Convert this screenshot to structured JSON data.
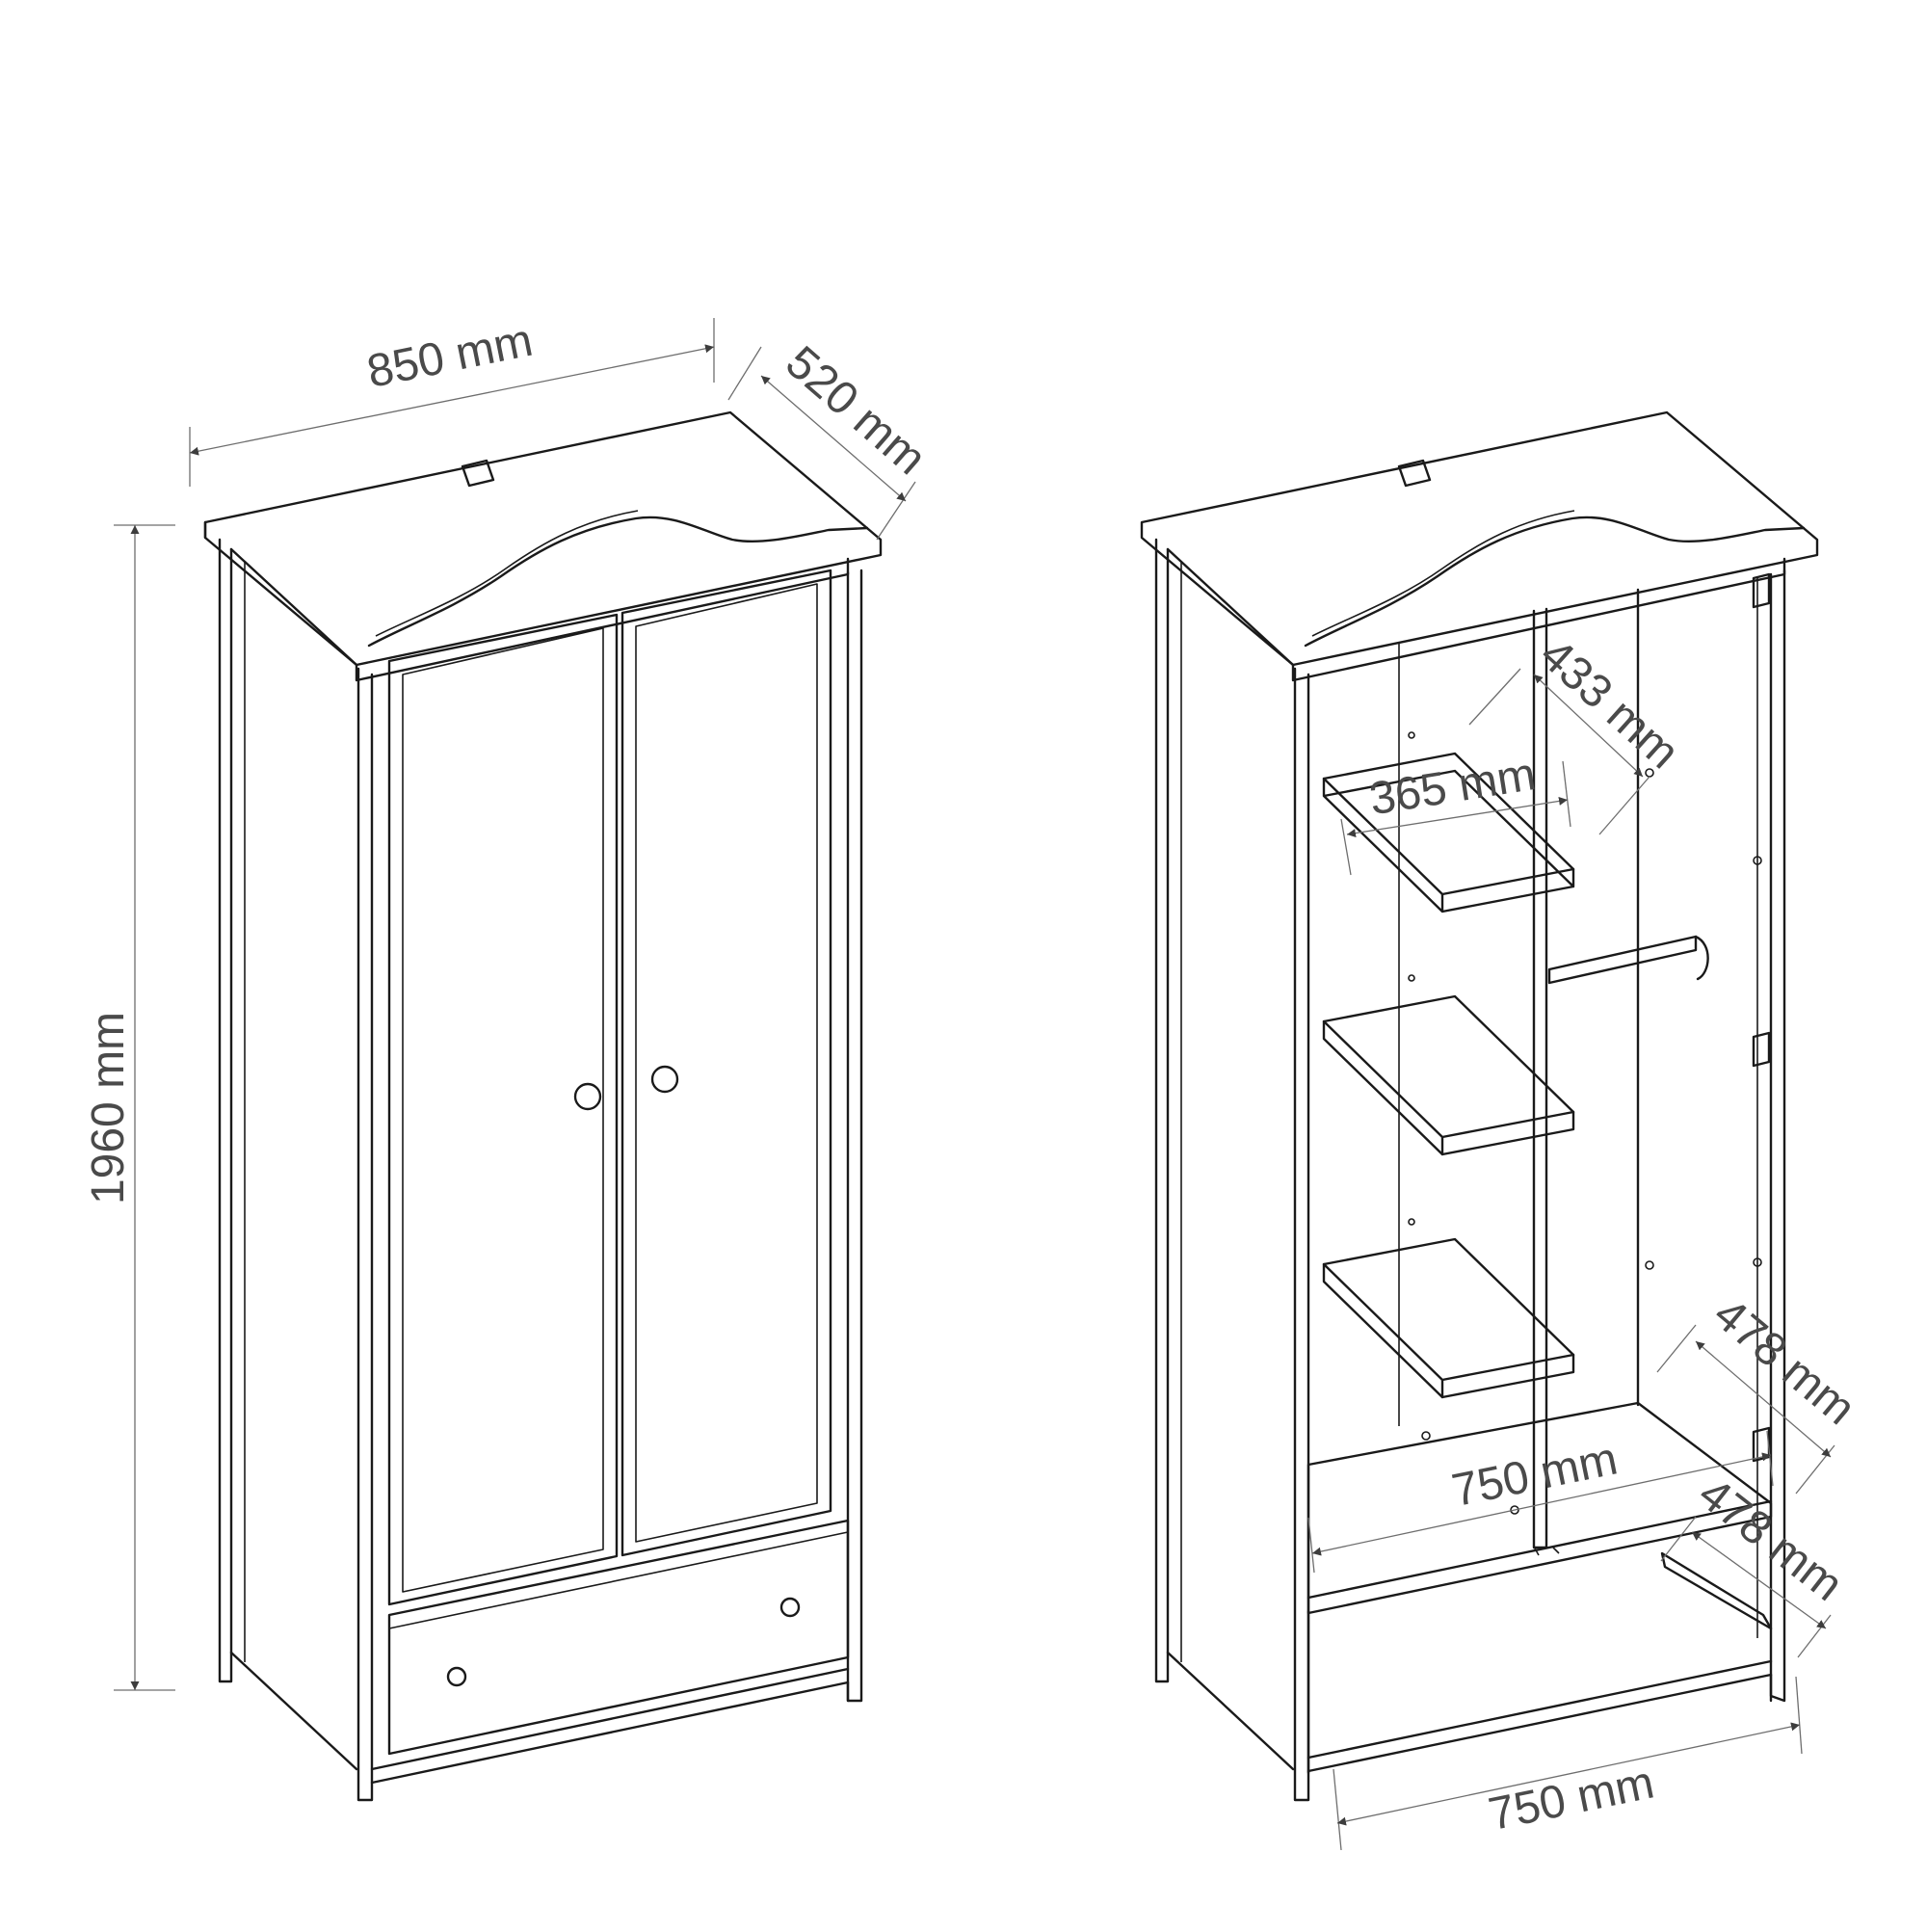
{
  "diagram": {
    "closed_view": {
      "width_label": "850 mm",
      "depth_label": "520 mm",
      "height_label": "1960 mm"
    },
    "open_view": {
      "gap_depth_label": "433 mm",
      "shelf_width_label": "365 mm",
      "inner_width_label": "750 mm",
      "bottom_width_label": "750 mm",
      "side_depth_label_upper": "478 mm",
      "side_depth_label_lower": "478 mm"
    },
    "colors": {
      "line": "#1a1a1a",
      "dimension": "#6e6e6e",
      "text": "#4a4a4a",
      "background": "#ffffff"
    }
  }
}
